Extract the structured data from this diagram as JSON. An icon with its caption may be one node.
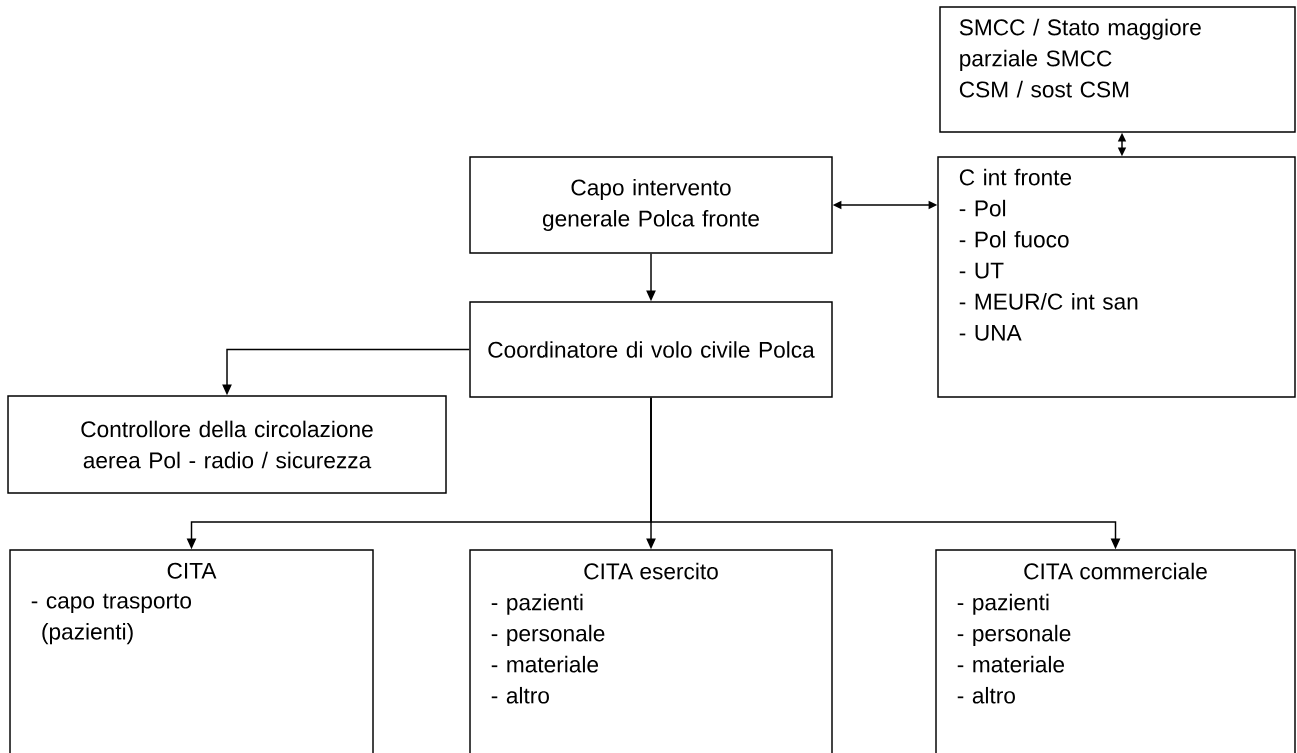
{
  "diagram": {
    "nodes": [
      {
        "text": [
          "SMCC / Stato maggiore parziale SMCC",
          "CSM / sost CSM"
        ]
      },
      {
        "text": [
          "C int fronte",
          "- Pol",
          "- Pol fuoco",
          "- UT",
          "- MEUR/C int san",
          "- UNA"
        ]
      },
      {
        "text": [
          "Capo intervento generale Polca fronte"
        ]
      },
      {
        "text": [
          "Coordinatore di volo civile Polca"
        ]
      },
      {
        "text": [
          "Controllore della circolazione aerea Pol - radio / sicurezza"
        ]
      },
      {
        "text": [
          "CITA",
          "- capo trasporto (pazienti)"
        ]
      },
      {
        "text": [
          "CITA esercito",
          "- pazienti",
          "- personale",
          "- materiale",
          "- altro"
        ]
      },
      {
        "text": [
          "CITA commerciale",
          "- pazienti",
          "- personale",
          "- materiale",
          "- altro"
        ]
      }
    ],
    "edges": [
      {
        "from": 1,
        "to": 0,
        "arrow": "both"
      },
      {
        "from": 2,
        "to": 1,
        "arrow": "both"
      },
      {
        "from": 2,
        "to": 3,
        "arrow": "to"
      },
      {
        "from": 3,
        "to": 4,
        "arrow": "to"
      },
      {
        "from": 3,
        "to": 5,
        "arrow": "to"
      },
      {
        "from": 3,
        "to": 6,
        "arrow": "to"
      },
      {
        "from": 3,
        "to": 7,
        "arrow": "to"
      }
    ]
  }
}
